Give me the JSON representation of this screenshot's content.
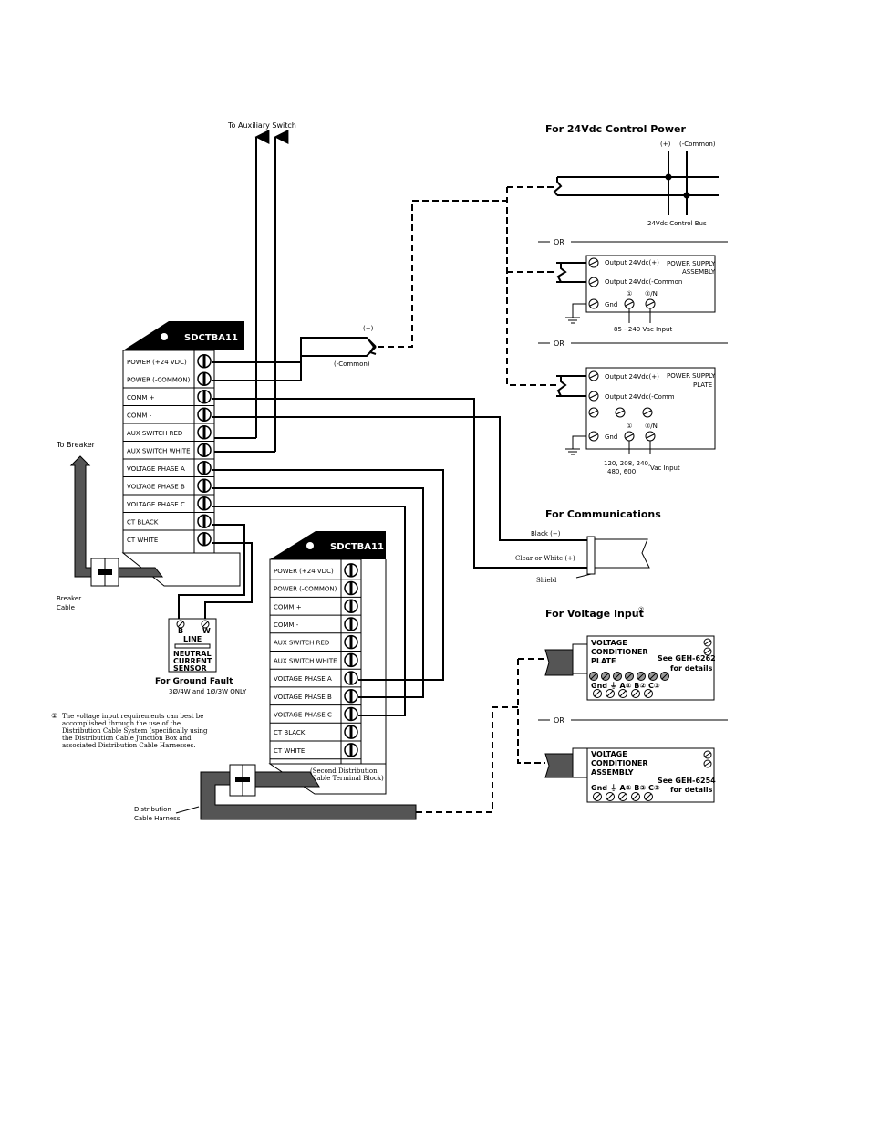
{
  "top_labels": {
    "aux_switch": "To Auxiliary Switch",
    "to_breaker": "To Breaker",
    "breaker_cable": [
      "Breaker",
      "Cable"
    ],
    "distribution_cable": [
      "Distribution",
      "Cable Harness"
    ]
  },
  "block1": {
    "title": "SDCTBA11",
    "terminals": [
      "POWER (+24 VDC)",
      "POWER (-COMMON)",
      "COMM +",
      "COMM -",
      "AUX SWITCH RED",
      "AUX SWITCH WHITE",
      "VOLTAGE PHASE A",
      "VOLTAGE PHASE B",
      "VOLTAGE PHASE C",
      "CT BLACK",
      "CT WHITE"
    ]
  },
  "block2": {
    "title": "SDCTBA11",
    "terminals": [
      "POWER (+24 VDC)",
      "POWER (-COMMON)",
      "COMM +",
      "COMM -",
      "AUX SWITCH RED",
      "AUX SWITCH WHITE",
      "VOLTAGE PHASE A",
      "VOLTAGE PHASE B",
      "VOLTAGE PHASE C",
      "CT BLACK",
      "CT WHITE"
    ],
    "note": [
      "(Second Distribution",
      "Cable Terminal Block)"
    ]
  },
  "control_power": {
    "heading": "For 24Vdc Control Power",
    "plus": "(+)",
    "common": "(-Common)",
    "bus": "24Vdc Control Bus",
    "block_plus": "(+)",
    "block_common": "(-Common)"
  },
  "or_label": "OR",
  "psa": {
    "title": [
      "POWER SUPPLY",
      "ASSEMBLY"
    ],
    "out_plus": "Output 24Vdc(+)",
    "out_common": "Output 24Vdc(-Common",
    "gnd": "Gnd",
    "l1": "①",
    "l2": "②/N",
    "input": "85 - 240 Vac Input"
  },
  "psp": {
    "title": [
      "POWER SUPPLY",
      "PLATE"
    ],
    "out_plus": "Output 24Vdc(+)",
    "out_common": "Output 24Vdc(-Comm",
    "gnd": "Gnd",
    "l1": "①",
    "l2": "②/N",
    "input_a": "120, 208, 240,",
    "input_b": "480, 600",
    "input_c": "Vac Input"
  },
  "communications": {
    "heading": "For Communications",
    "black": "Black (−)",
    "clear": "Clear or White (+)",
    "shield": "Shield"
  },
  "voltage_input": {
    "heading": "For Voltage Input",
    "sup": "②",
    "vcp": {
      "title": [
        "VOLTAGE",
        "CONDITIONER",
        "PLATE"
      ],
      "see": [
        "See GEH-6262",
        "for details"
      ],
      "terms": "Gnd ⏚  A① B② C③"
    },
    "vca": {
      "title": [
        "VOLTAGE",
        "CONDITIONER",
        "ASSEMBLY"
      ],
      "see": [
        "See GEH-6254",
        "for details"
      ],
      "terms": "Gnd ⏚  A① B② C③"
    }
  },
  "sensor": {
    "b": "B",
    "w": "W",
    "line": "LINE",
    "name": [
      "NEUTRAL",
      "CURRENT",
      "SENSOR"
    ]
  },
  "ground_fault": {
    "heading": "For Ground Fault",
    "sub": "3Ø/4W and 1Ø/3W ONLY"
  },
  "footnote": {
    "marker": "②",
    "lines": [
      "The voltage input requirements can best be",
      "accomplished through the use of the",
      "Distribution Cable System (specifically using",
      "the Distribution Cable Junction Box and",
      "associated Distribution Cable Harnesses."
    ]
  }
}
